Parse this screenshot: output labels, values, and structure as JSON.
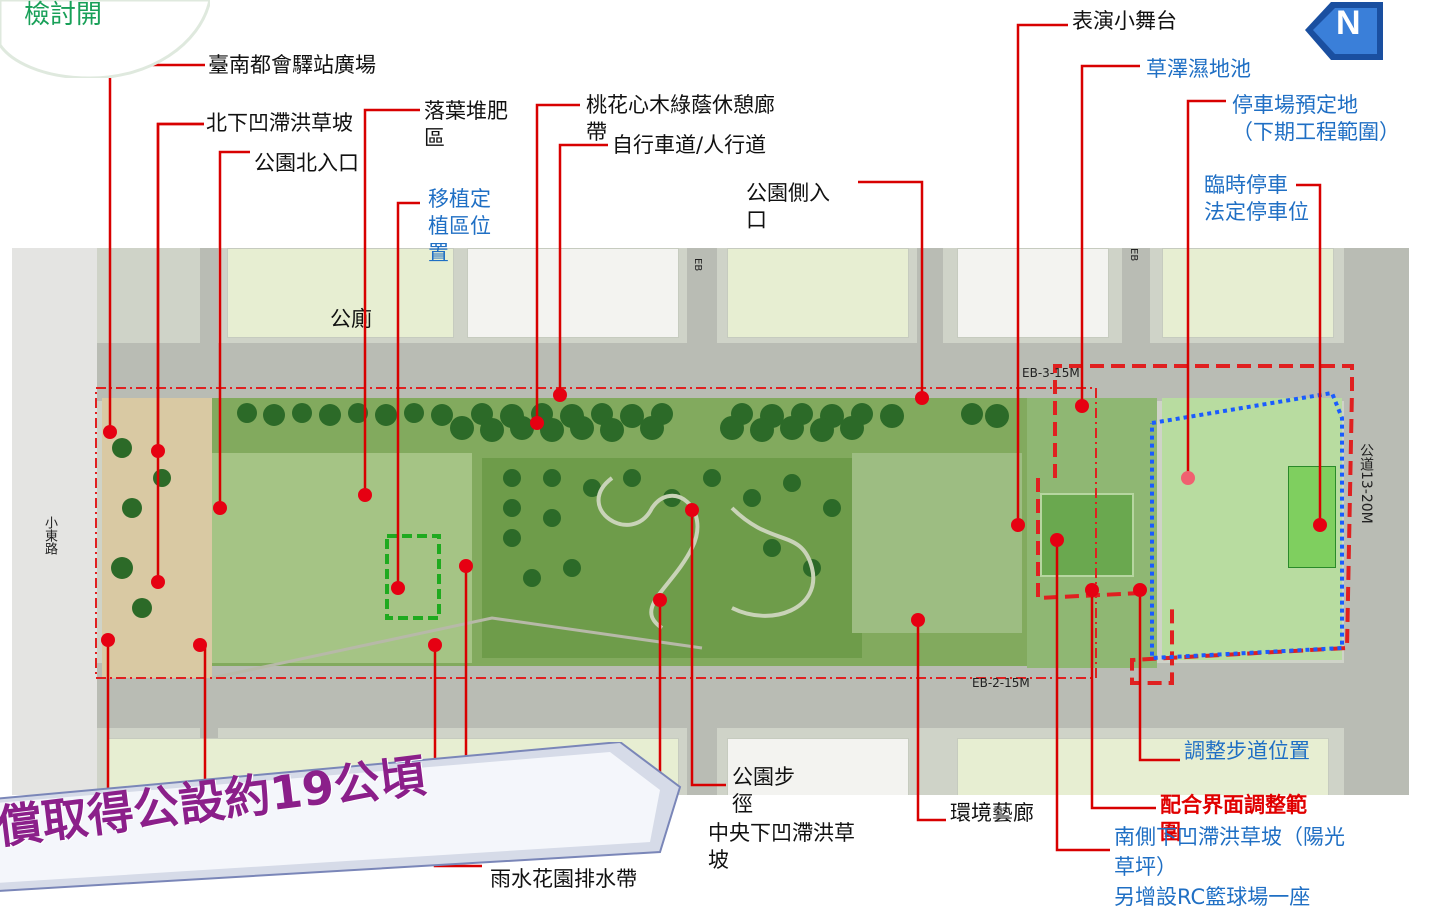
{
  "badge_text": "檢討開",
  "labels": {
    "station_plaza": "臺南都會驛站廣場",
    "north_slope": "北下凹滯洪草坡",
    "compost": "落葉堆肥\n區",
    "peach_corridor": "桃花心木綠蔭休憩廊\n帶",
    "bike_path": "自行車道/人行道",
    "north_entrance": "公園北入口",
    "transplant": "移植定\n植區位\n置",
    "side_entrance": "公園側入\n口",
    "stage": "表演小舞台",
    "wetland": "草澤濕地池",
    "parking_plan": "停車場預定地\n（下期工程範圍）",
    "temp_parking": "臨時停車\n法定停車位",
    "toilet": "公廁",
    "adjust_path": "調整步道位置",
    "adjust_interface": "配合界面調整範\n圍",
    "south_slope": "南側下凹滯洪草坡（陽光\n草坪）\n另增設RC籃球場一座",
    "park_trail": "公園步\n徑",
    "central_slope": "中央下凹滯洪草\n坡",
    "art_corridor": "環境藝廊",
    "rain_garden": "雨水花園排水帶"
  },
  "map_text": {
    "road_west": "小東路",
    "road_north": "EB-3-15M",
    "road_south": "EB-2-15M",
    "road_east": "公道13-20M",
    "road_mid1": "EB",
    "road_mid2": "EB"
  },
  "banner_text": "償取得公設約19公頃",
  "compass": "N",
  "colors": {
    "leader": "#d80000",
    "dot": "#e60012",
    "blue_text": "#1f6fc4",
    "banner_text": "#8b1f8a",
    "boundary_blue": "#1a5cff"
  }
}
